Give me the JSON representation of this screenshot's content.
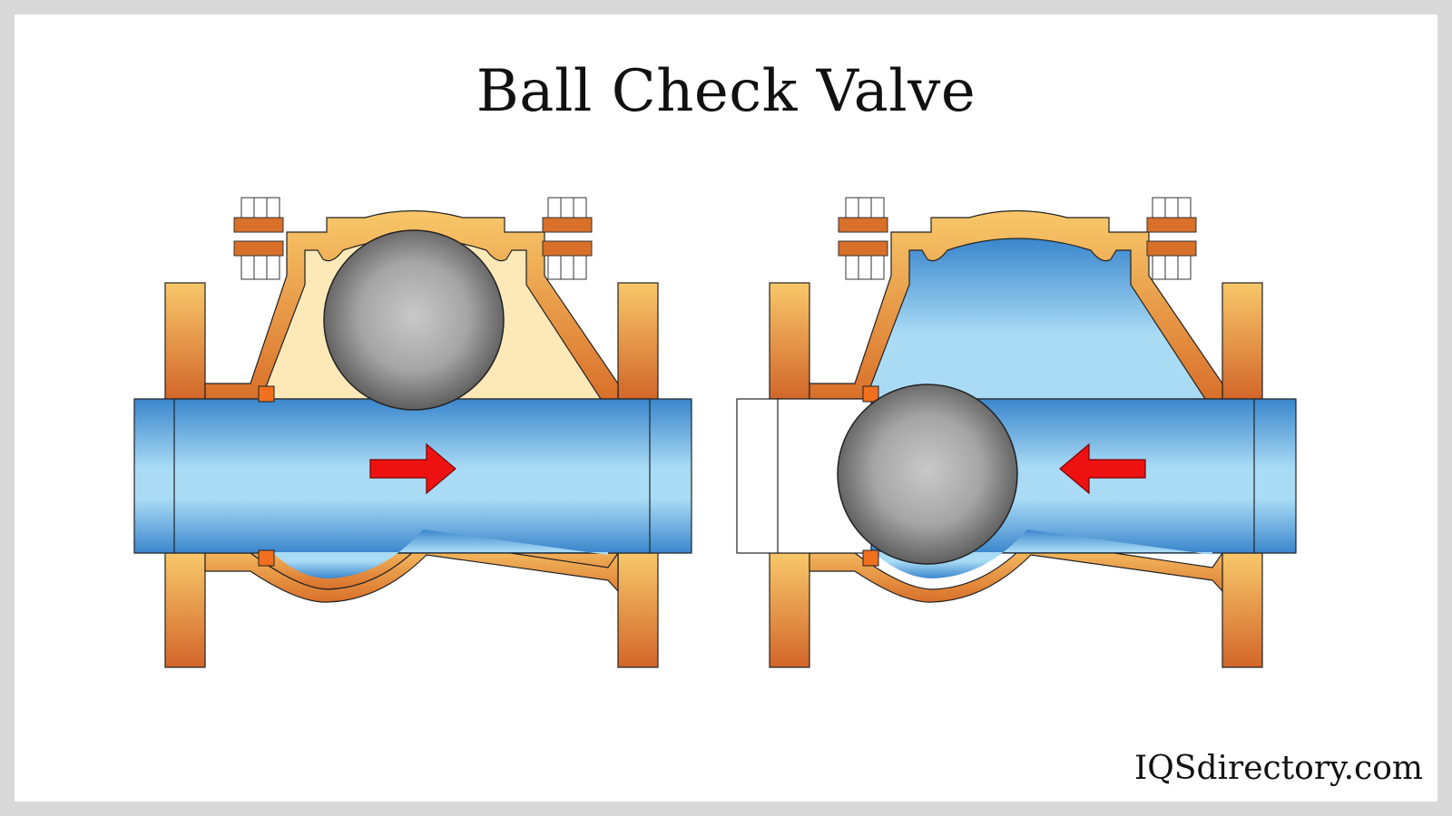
{
  "title": "Ball Check Valve",
  "watermark": "IQSdirectory.com",
  "colors": {
    "body_light": "#f8c86a",
    "body_dark": "#d9702a",
    "fluid_light": "#a9dbf5",
    "fluid_dark": "#3a86cc",
    "cavity_cream": "#fde9b8",
    "arrow": "#ee1111",
    "seat": "#f07020",
    "ball_light": "#c6c6c6",
    "ball_dark": "#5f5f5f"
  },
  "diagram": {
    "left_valve": {
      "state": "open",
      "flow_direction": "right"
    },
    "right_valve": {
      "state": "closed",
      "flow_direction": "left"
    }
  }
}
